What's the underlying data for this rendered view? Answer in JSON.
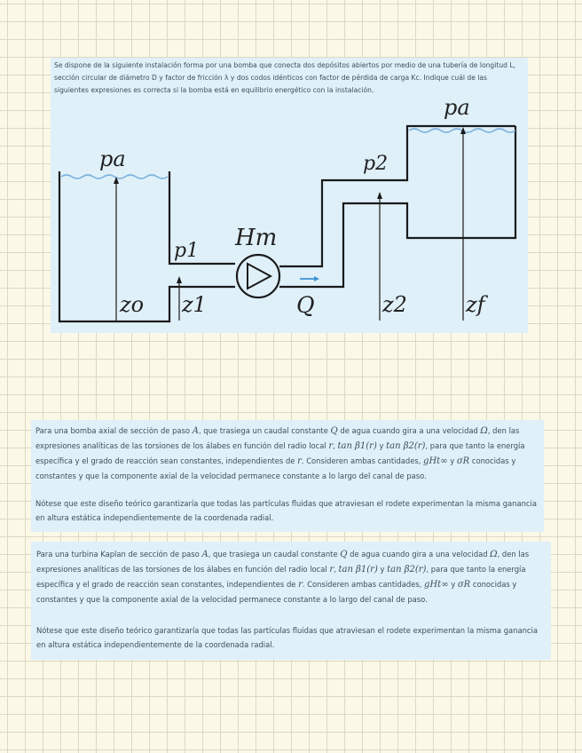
{
  "problem1": {
    "intro": "Se dispone de la siguiente instalación forma por una bomba que conecta dos depósitos abiertos por medio de una tubería de longitud L, sección circular de diámetro D y factor de fricción λ y dos codos idénticos con factor de pérdida de carga Kc. Indique cuál de las siguientes expresiones es correcta si la bomba está en equilibrio energético con la instalación.",
    "diagram": {
      "labels": {
        "pa_left": "pa",
        "pa_right": "pa",
        "p1": "p1",
        "p2": "p2",
        "hm": "Hm",
        "q": "Q",
        "zo": "zo",
        "z1": "z1",
        "z2": "z2",
        "zf": "zf"
      },
      "colors": {
        "pipe": "#1a1a1a",
        "water": "#7fb3dd",
        "flow_arrow": "#3f95d6"
      }
    }
  },
  "problem2": {
    "p1_a": "Para una bomba axial de sección de paso ",
    "p1_A": "A",
    "p1_b": ", que trasiega un caudal constante ",
    "p1_Q": "Q",
    "p1_c": " de agua cuando gira a una velocidad ",
    "p1_Om": "Ω",
    "p1_d": ", den las expresiones analíticas de las torsiones de los álabes en función del radio local ",
    "p1_r": "r",
    "p1_e": ", ",
    "p1_tan1": "tan β1(r)",
    "p1_f": " y ",
    "p1_tan2": "tan β2(r)",
    "p1_g": ", para que tanto la energía específica y el grado de reacción sean constantes, independientes de ",
    "p1_r2": "r",
    "p1_h": ". Consideren ambas cantidades, ",
    "p1_gH": "gHt∞",
    "p1_i": " y ",
    "p1_sig": "σR",
    "p1_j": " conocidas y constantes y que la componente axial de la velocidad permanece constante a lo largo del canal de paso.",
    "p2": "Nótese que este diseño teórico garantizaría que todas las partículas fluidas que atraviesan el rodete experimentan la misma ganancia en altura estática independientemente de la coordenada radial."
  },
  "problem3": {
    "p1_a": "Para una turbina Kaplan de sección de paso ",
    "p1_A": "A",
    "p1_b": ", que trasiega un caudal constante ",
    "p1_Q": "Q",
    "p1_c": " de agua cuando gira a una velocidad ",
    "p1_Om": "Ω",
    "p1_d": ", den las expresiones analíticas de las torsiones de los álabes en función del radio local ",
    "p1_r": "r",
    "p1_e": ", ",
    "p1_tan1": "tan β1(r)",
    "p1_f": " y ",
    "p1_tan2": "tan β2(r)",
    "p1_g": ", para que tanto la energía específica y el grado de reacción sean constantes, independientes de ",
    "p1_r2": "r",
    "p1_h": ". Consideren ambas cantidades, ",
    "p1_gH": "gHt∞",
    "p1_i": " y ",
    "p1_sig": "σR",
    "p1_j": " conocidas y constantes y que la componente axial de la velocidad permanece constante a lo largo del canal de paso.",
    "p2": "Nótese que este diseño teórico garantizaría que todas las partículas fluidas que atraviesan el rodete experimentan la misma ganancia en altura estática independientemente de la coordenada radial."
  }
}
